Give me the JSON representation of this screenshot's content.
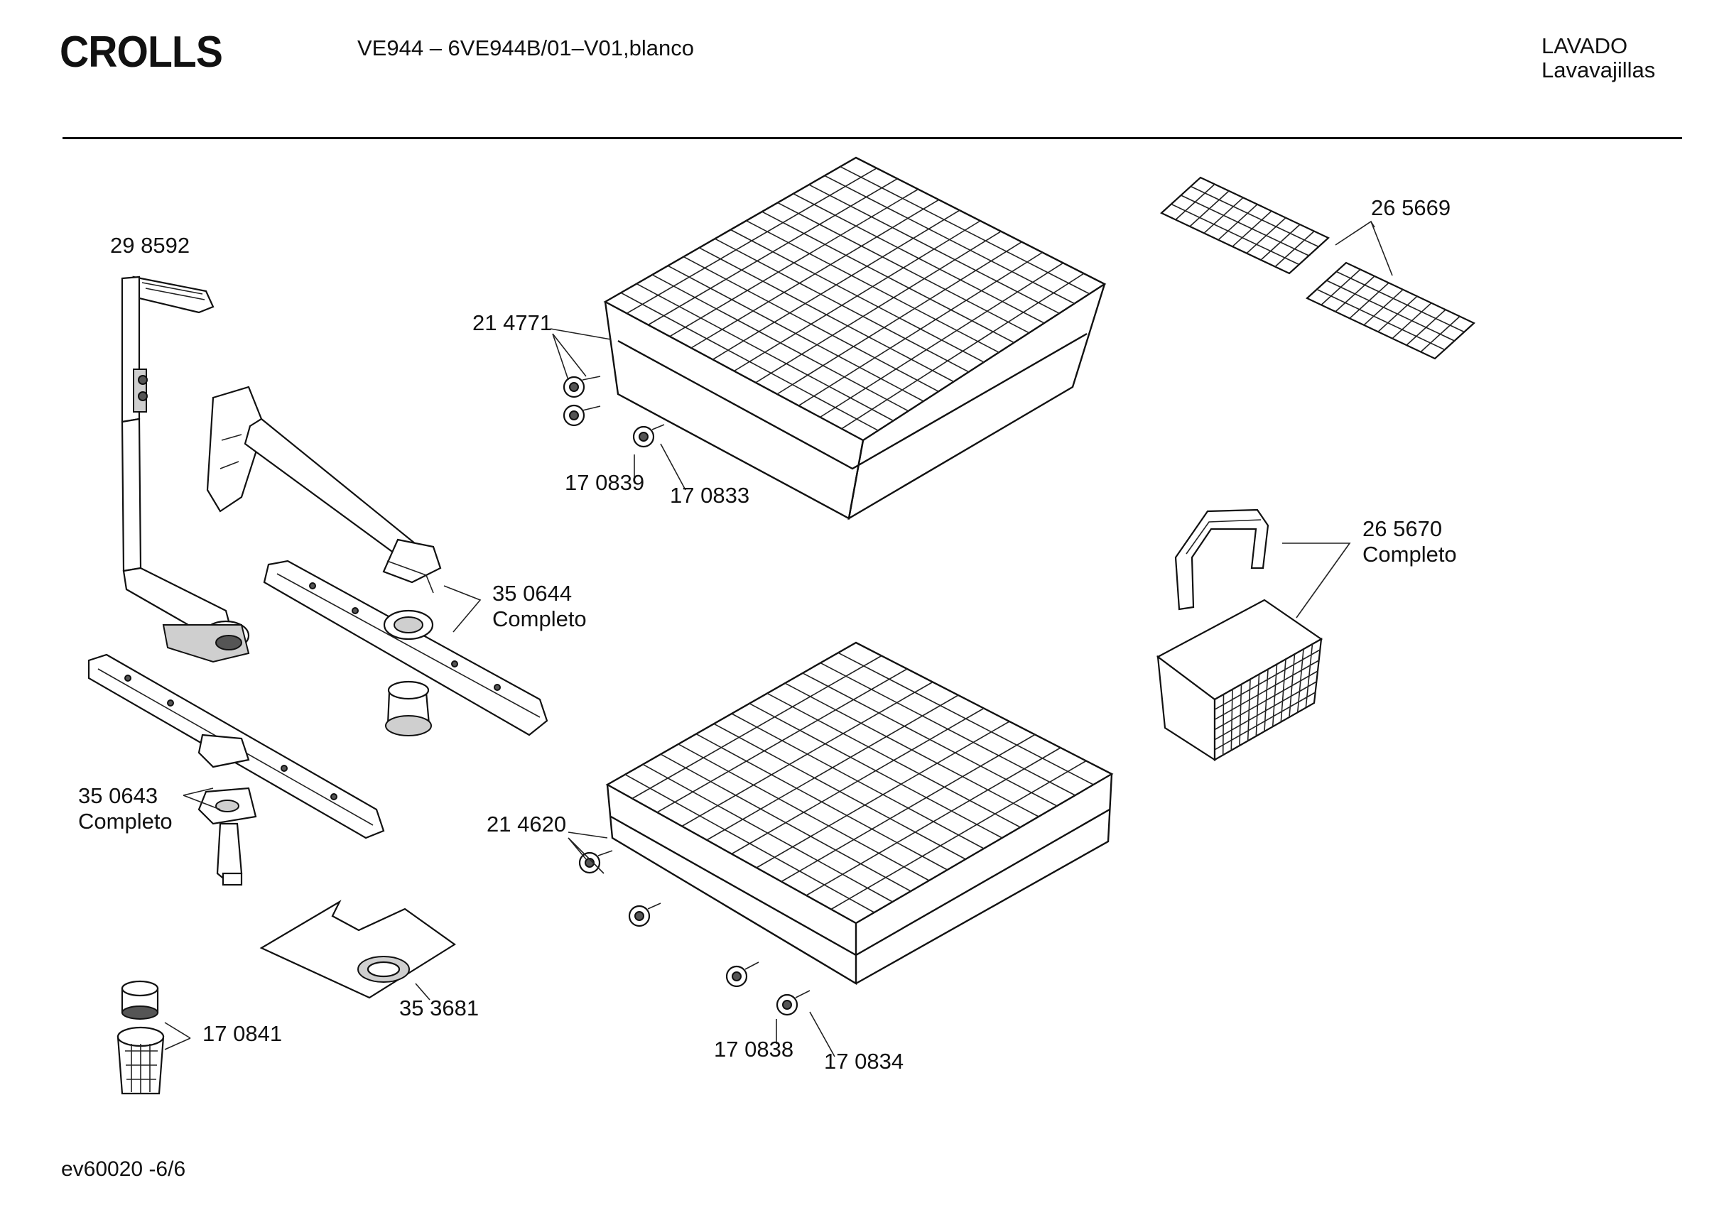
{
  "header": {
    "brand": "CROLLS",
    "model": "VE944 – 6VE944B/01–V01,blanco",
    "category": "LAVADO",
    "subcategory": "Lavavajillas"
  },
  "footer": {
    "code": "ev60020 -6/6"
  },
  "parts": [
    {
      "id": "298592",
      "number": "29 8592",
      "note": "",
      "component": "upper-spray-supply-pipe"
    },
    {
      "id": "214771",
      "number": "21 4771",
      "note": "",
      "component": "upper-basket-rollers"
    },
    {
      "id": "170839",
      "number": "17 0839",
      "note": "",
      "component": "upper-basket-roller"
    },
    {
      "id": "170833",
      "number": "17 0833",
      "note": "",
      "component": "upper-basket-roller-axle"
    },
    {
      "id": "265669",
      "number": "26 5669",
      "note": "",
      "component": "cup-racks"
    },
    {
      "id": "350644",
      "number": "35 0644",
      "note": "Completo",
      "component": "upper-spray-arm"
    },
    {
      "id": "265670",
      "number": "26 5670",
      "note": "Completo",
      "component": "cutlery-basket"
    },
    {
      "id": "350643",
      "number": "35 0643",
      "note": "Completo",
      "component": "lower-spray-arm"
    },
    {
      "id": "214620",
      "number": "21 4620",
      "note": "",
      "component": "lower-basket-rollers"
    },
    {
      "id": "353681",
      "number": "35 3681",
      "note": "",
      "component": "fine-filter-plate"
    },
    {
      "id": "170841",
      "number": "17 0841",
      "note": "",
      "component": "filter-cartridge"
    },
    {
      "id": "170838",
      "number": "17 0838",
      "note": "",
      "component": "lower-basket-roller"
    },
    {
      "id": "170834",
      "number": "17 0834",
      "note": "",
      "component": "lower-basket-roller-axle"
    }
  ]
}
